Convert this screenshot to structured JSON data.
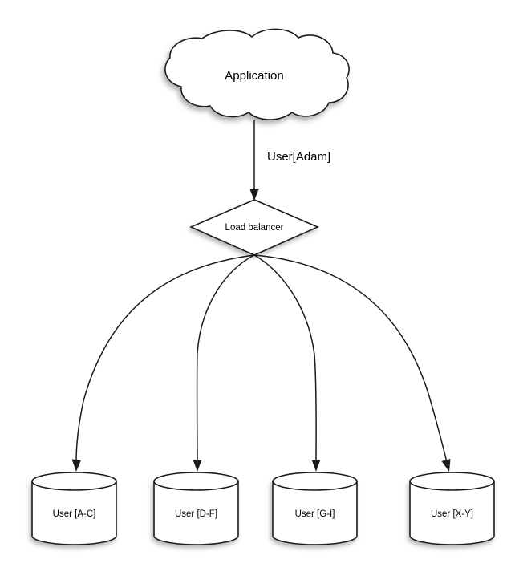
{
  "diagram": {
    "title": "Load balancer user sharding diagram",
    "background_color": "#ffffff",
    "stroke_color": "#1a1a1a",
    "fill_color": "#ffffff",
    "nodes": {
      "cloud": {
        "label": "Application",
        "shape": "cloud"
      },
      "balancer": {
        "label": "Load balancer",
        "shape": "diamond"
      },
      "databases": [
        {
          "label": "User [A-C]",
          "shape": "cylinder"
        },
        {
          "label": "User [D-F]",
          "shape": "cylinder"
        },
        {
          "label": "User [G-I]",
          "shape": "cylinder"
        },
        {
          "label": "User [X-Y]",
          "shape": "cylinder"
        }
      ]
    },
    "edges": [
      {
        "from": "cloud",
        "to": "balancer",
        "label": "User[Adam]",
        "style": "straight-arrow"
      },
      {
        "from": "balancer",
        "to": "db0",
        "label": "",
        "style": "curved-arrow"
      },
      {
        "from": "balancer",
        "to": "db1",
        "label": "",
        "style": "curved-arrow"
      },
      {
        "from": "balancer",
        "to": "db2",
        "label": "",
        "style": "curved-arrow"
      },
      {
        "from": "balancer",
        "to": "db3",
        "label": "",
        "style": "curved-arrow"
      }
    ]
  }
}
